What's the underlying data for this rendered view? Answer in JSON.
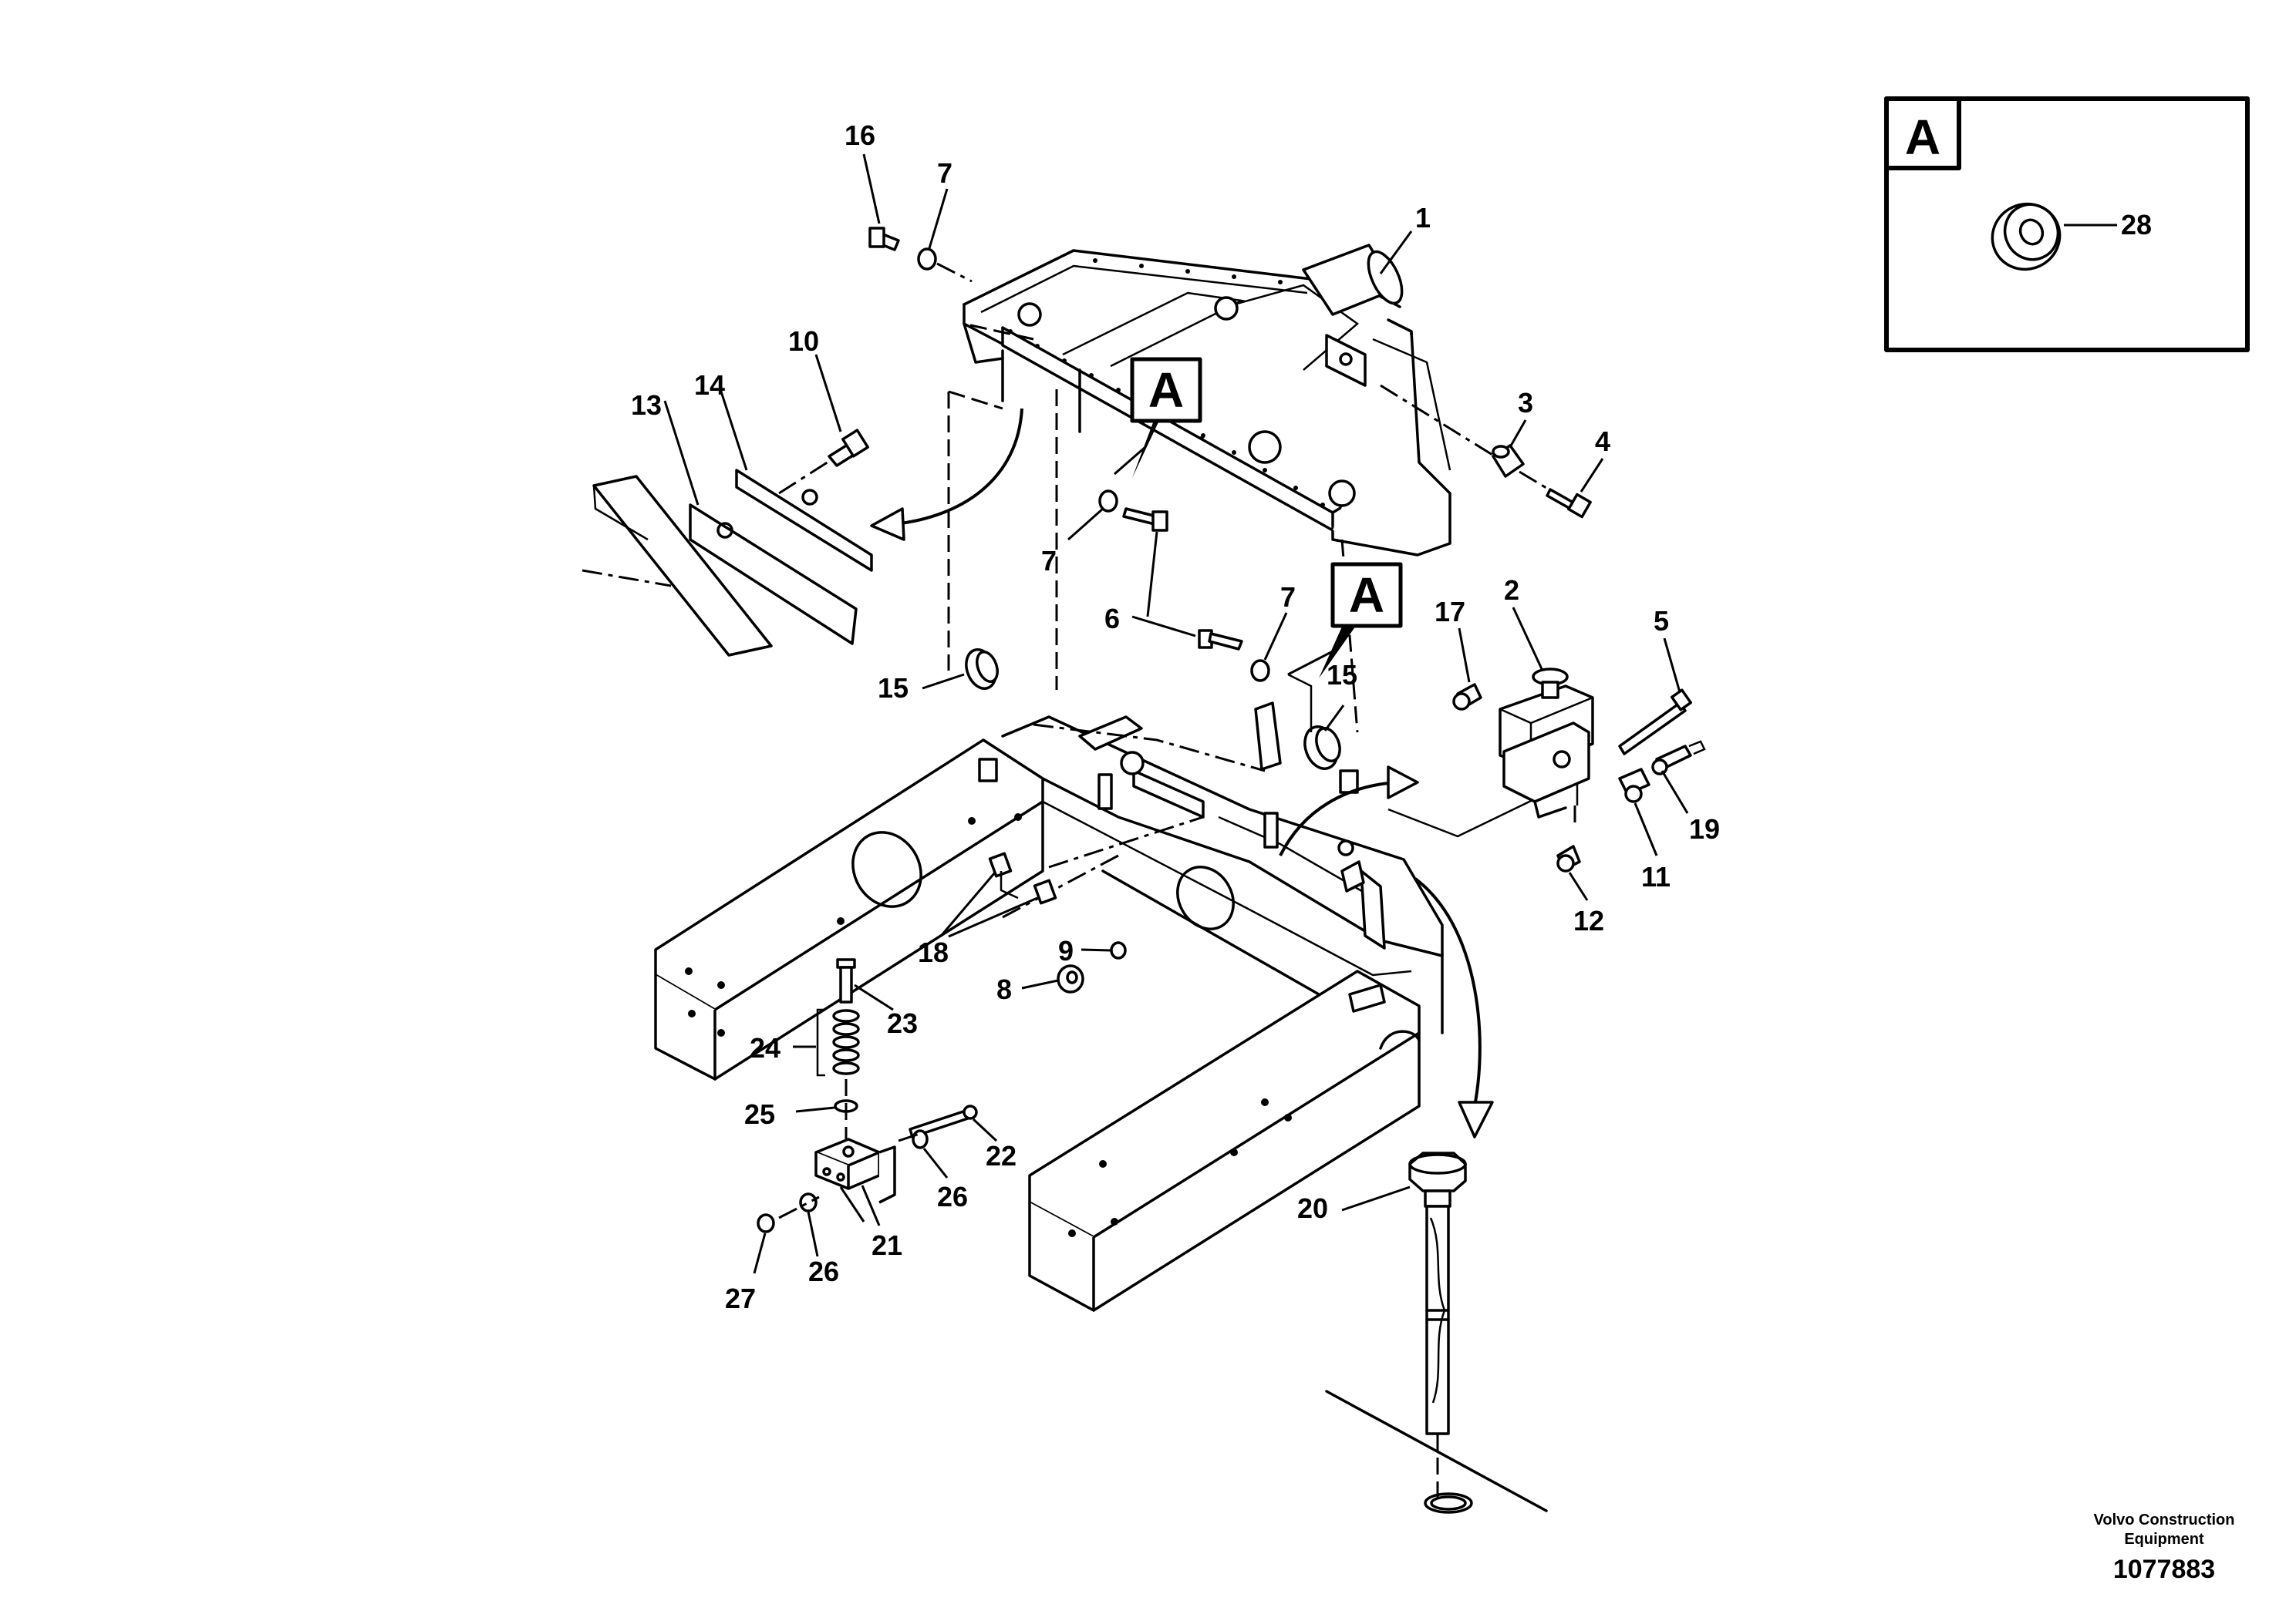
{
  "labels": {
    "l1": "1",
    "l2": "2",
    "l3": "3",
    "l4": "4",
    "l5": "5",
    "l6": "6",
    "l7a": "7",
    "l7b": "7",
    "l7c": "7",
    "l8": "8",
    "l9": "9",
    "l10": "10",
    "l11": "11",
    "l12": "12",
    "l13": "13",
    "l14": "14",
    "l15a": "15",
    "l15b": "15",
    "l16": "16",
    "l17": "17",
    "l18": "18",
    "l19": "19",
    "l20": "20",
    "l21": "21",
    "l22": "22",
    "l23": "23",
    "l24": "24",
    "l25": "25",
    "l26a": "26",
    "l26b": "26",
    "l27": "27",
    "l28": "28"
  },
  "callouts": {
    "upper": "A",
    "lower": "A",
    "detail_box": "A"
  },
  "footer": {
    "brand_line1": "Volvo Construction",
    "brand_line2": "Equipment",
    "drawing_number": "1077883"
  }
}
